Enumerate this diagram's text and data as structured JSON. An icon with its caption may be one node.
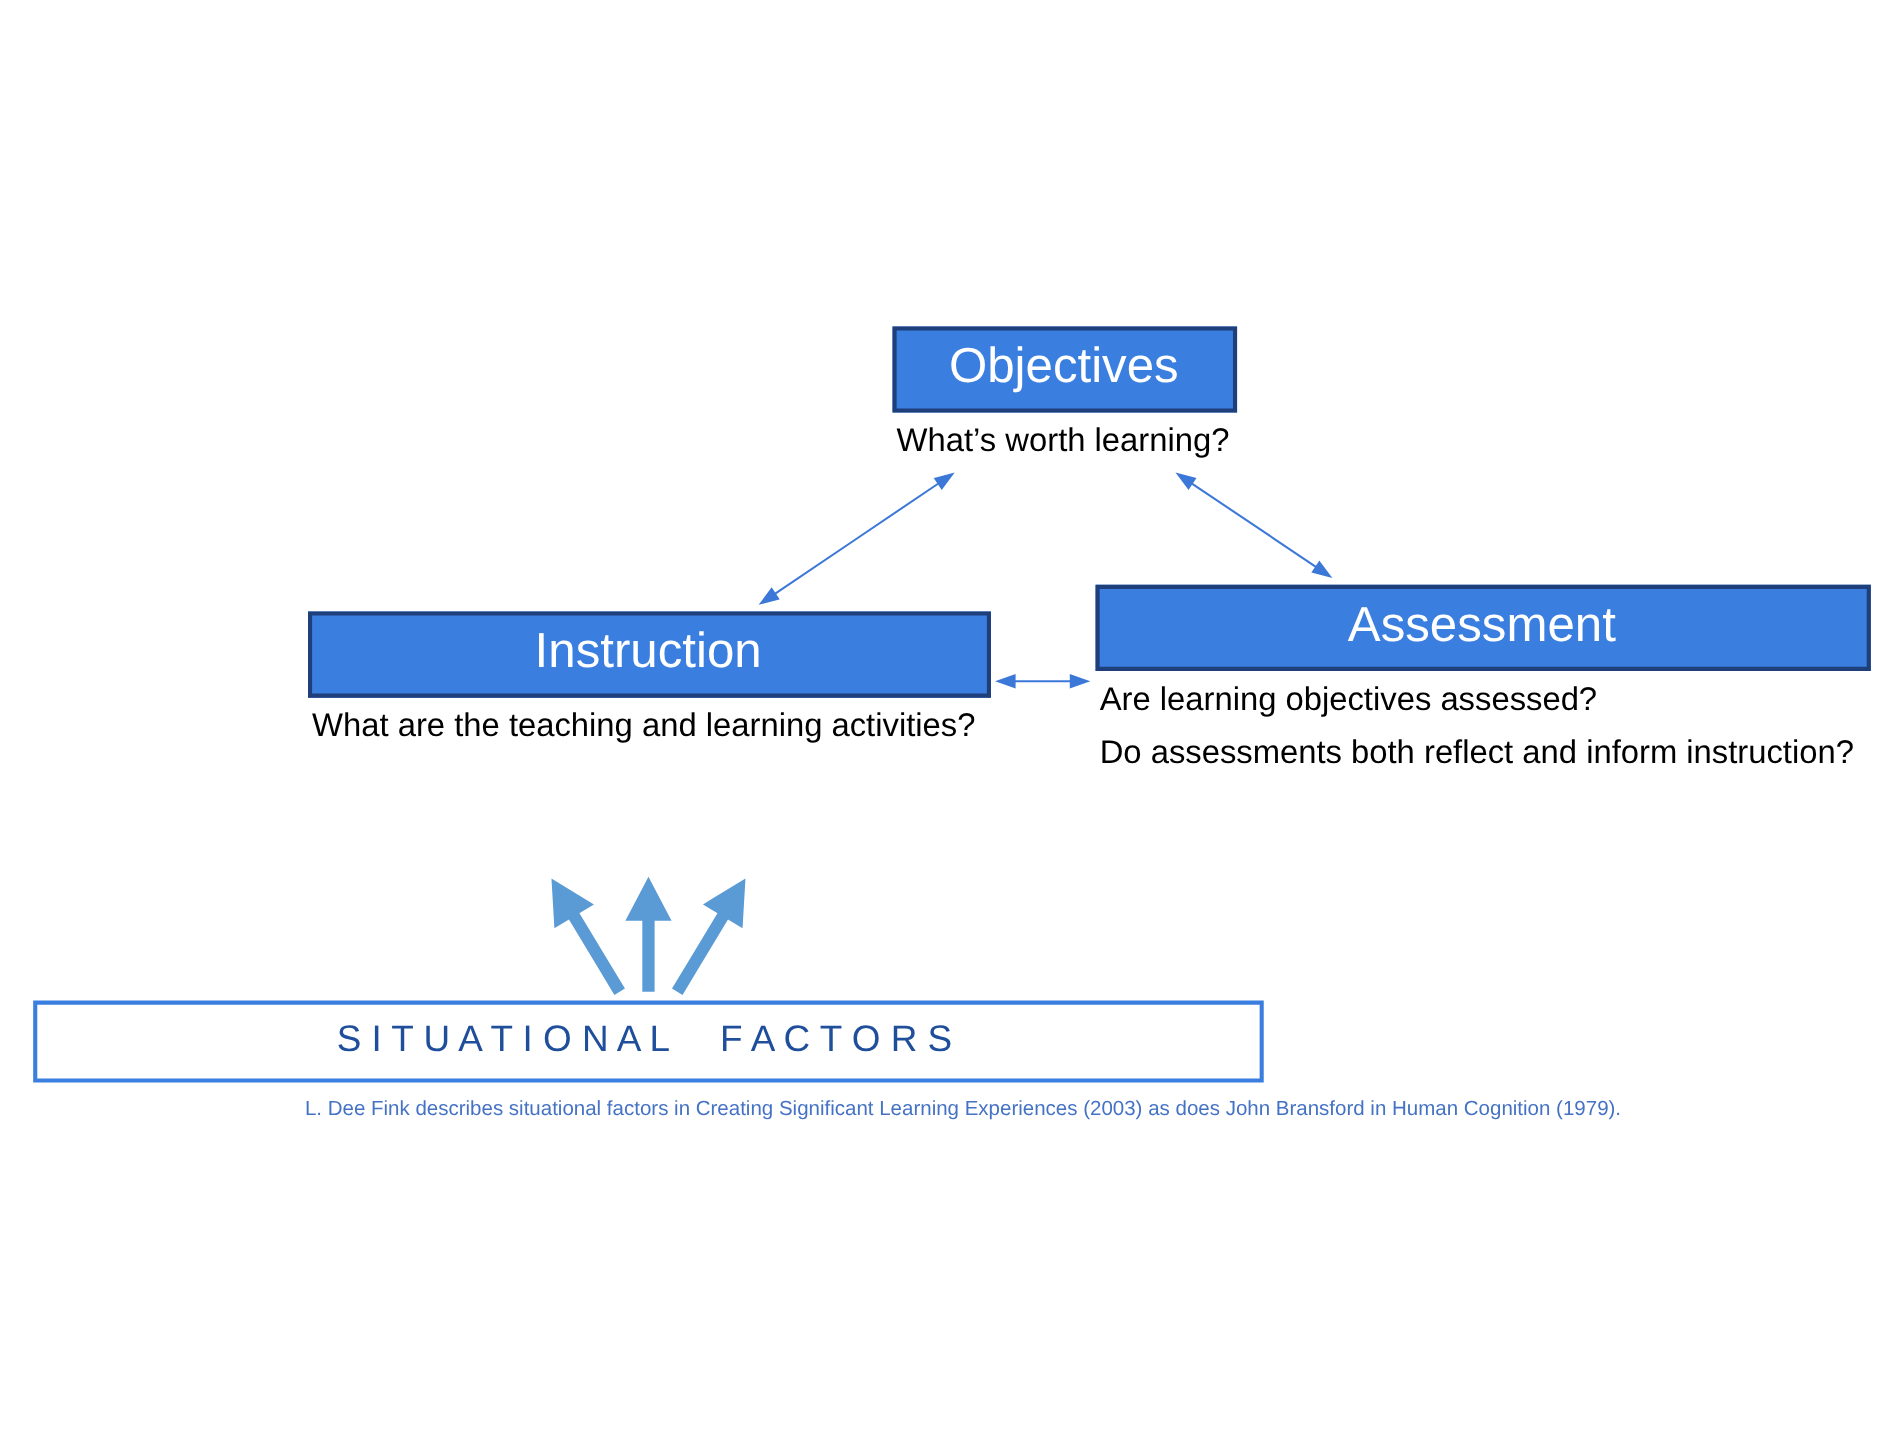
{
  "diagram": {
    "caption": "L. Dee Fink describes situational factors in Creating Significant Learning Experiences (2003) as does John Bransford in Human Cognition (1979).",
    "nodes": [
      {
        "text": [
          "Objectives"
        ],
        "beside": [
          "What’s worth learning?"
        ]
      },
      {
        "text": [
          "Instruction"
        ],
        "beside": [
          "What are the teaching and learning activities?"
        ]
      },
      {
        "text": [
          "Assessment"
        ],
        "beside": [
          "Are learning objectives assessed?",
          "Do assessments both reflect and inform instruction?"
        ]
      },
      {
        "text": [
          "S I T U A T I O N A L     F A C T O R S"
        ]
      }
    ],
    "edges": [
      {
        "from": 0,
        "to": 1,
        "arrow": "both"
      },
      {
        "from": 0,
        "to": 2,
        "arrow": "both"
      },
      {
        "from": 1,
        "to": 2,
        "arrow": "both"
      },
      {
        "from": 3,
        "to": null,
        "arrow": "to",
        "style": "thick",
        "color": "#5b9bd5"
      },
      {
        "from": 3,
        "to": null,
        "arrow": "to",
        "style": "thick",
        "color": "#5b9bd5"
      },
      {
        "from": 3,
        "to": null,
        "arrow": "to",
        "style": "thick",
        "color": "#5b9bd5"
      }
    ]
  }
}
